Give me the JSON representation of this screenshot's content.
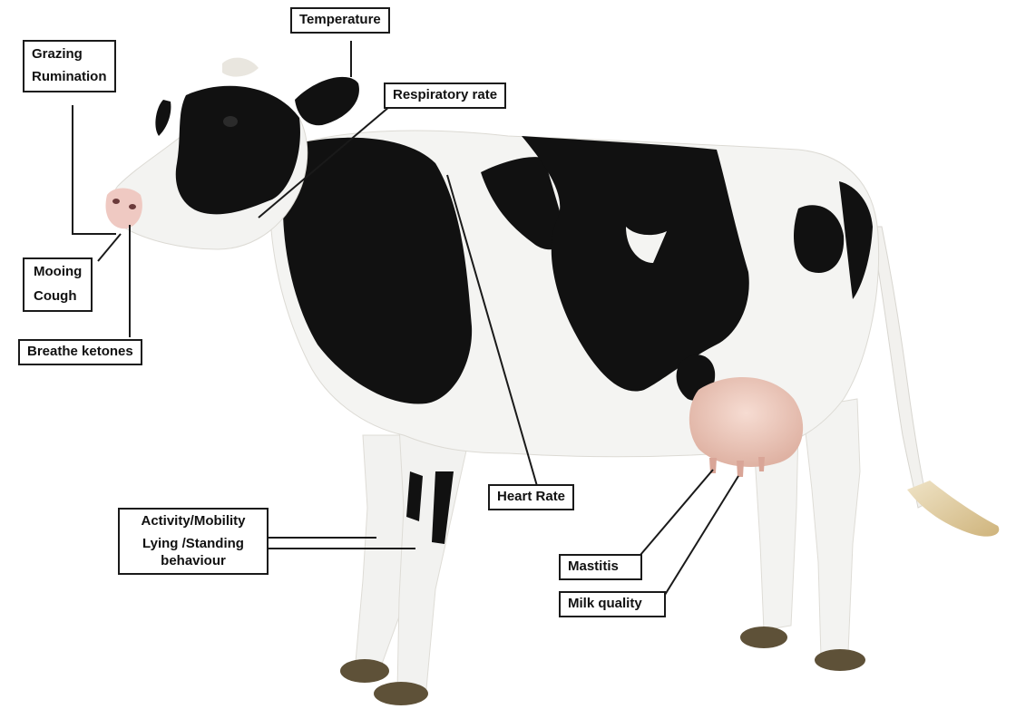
{
  "labels": {
    "temperature": "Temperature",
    "grazing": "Grazing",
    "rumination": "Rumination",
    "respiratory_rate": "Respiratory rate",
    "mooing": "Mooing",
    "cough": "Cough",
    "breathe_ketones": "Breathe ketones",
    "heart_rate": "Heart Rate",
    "activity_mobility": "Activity/Mobility",
    "lying_standing": "Lying /Standing",
    "behaviour": "behaviour",
    "mastitis": "Mastitis",
    "milk_quality": "Milk quality"
  },
  "colors": {
    "black_patch": "#111111",
    "white_coat": "#f4f4f2",
    "udder": "#ecc9bd",
    "hoof": "#5e5138",
    "tail_tuft": "#dcc79a",
    "leader_line": "#1a1a1a"
  }
}
